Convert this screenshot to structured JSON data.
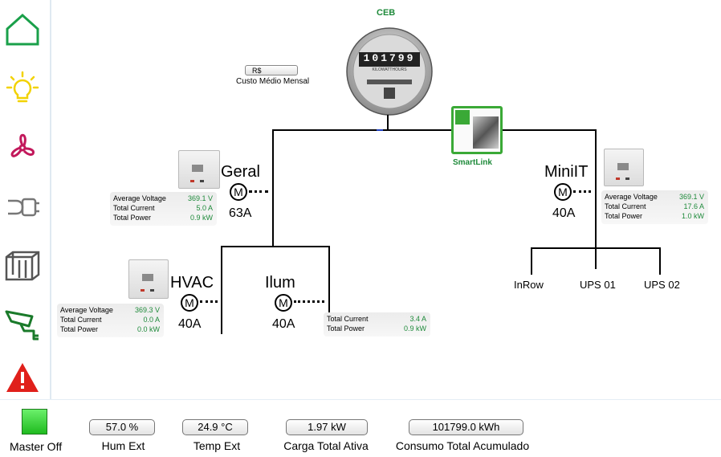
{
  "sidebar": {
    "items": [
      {
        "name": "home",
        "icon": "home-icon",
        "color": "#1aa04a"
      },
      {
        "name": "lighting",
        "icon": "light-bulb-icon",
        "color": "#f2d200"
      },
      {
        "name": "fan",
        "icon": "fan-icon",
        "color": "#c2185b"
      },
      {
        "name": "plug",
        "icon": "plug-icon",
        "color": "#777777"
      },
      {
        "name": "panels",
        "icon": "electrical-panel-icon",
        "color": "#555555"
      },
      {
        "name": "camera",
        "icon": "security-camera-icon",
        "color": "#1a7a2a"
      },
      {
        "name": "alerts",
        "icon": "warning-icon",
        "color": "#e0201b"
      }
    ]
  },
  "meter": {
    "provider": "CEB",
    "reading_digits": "101799",
    "label": "KILOWATTHOURS",
    "cost_value": "R$",
    "cost_caption": "Custo Médio Mensal"
  },
  "smartlink": {
    "label": "SmartLink",
    "accent": "#3aa936"
  },
  "panels": {
    "geral": {
      "name": "Geral",
      "amps": "63A",
      "rows": [
        {
          "label": "Average Voltage",
          "value": "369.1 V"
        },
        {
          "label": "Total Current",
          "value": "5.0 A"
        },
        {
          "label": "Total Power",
          "value": "0.9 kW"
        }
      ]
    },
    "minilt": {
      "name": "MiniIT",
      "amps": "40A",
      "rows": [
        {
          "label": "Average Voltage",
          "value": "369.1 V"
        },
        {
          "label": "Total Current",
          "value": "17.6 A"
        },
        {
          "label": "Total Power",
          "value": "1.0 kW"
        }
      ]
    },
    "hvac": {
      "name": "HVAC",
      "amps": "40A",
      "rows": [
        {
          "label": "Average Voltage",
          "value": "369.3 V"
        },
        {
          "label": "Total Current",
          "value": "0.0 A"
        },
        {
          "label": "Total Power",
          "value": "0.0 kW"
        }
      ]
    },
    "ilum": {
      "name": "Ilum",
      "amps": "40A",
      "rows": [
        {
          "label": "Total Current",
          "value": "3.4 A"
        },
        {
          "label": "Total Power",
          "value": "0.9 kW"
        }
      ]
    }
  },
  "motor_symbol": "M",
  "subcircuits": [
    "InRow",
    "UPS 01",
    "UPS 02"
  ],
  "footer": {
    "master": {
      "label": "Master Off",
      "color": "#2ecc2e"
    },
    "stats": [
      {
        "value": "57.0 %",
        "label": "Hum Ext"
      },
      {
        "value": "24.9 °C",
        "label": "Temp Ext"
      },
      {
        "value": "1.97 kW",
        "label": "Carga Total Ativa"
      },
      {
        "value": "101799.0 kWh",
        "label": "Consumo Total Acumulado"
      }
    ]
  }
}
